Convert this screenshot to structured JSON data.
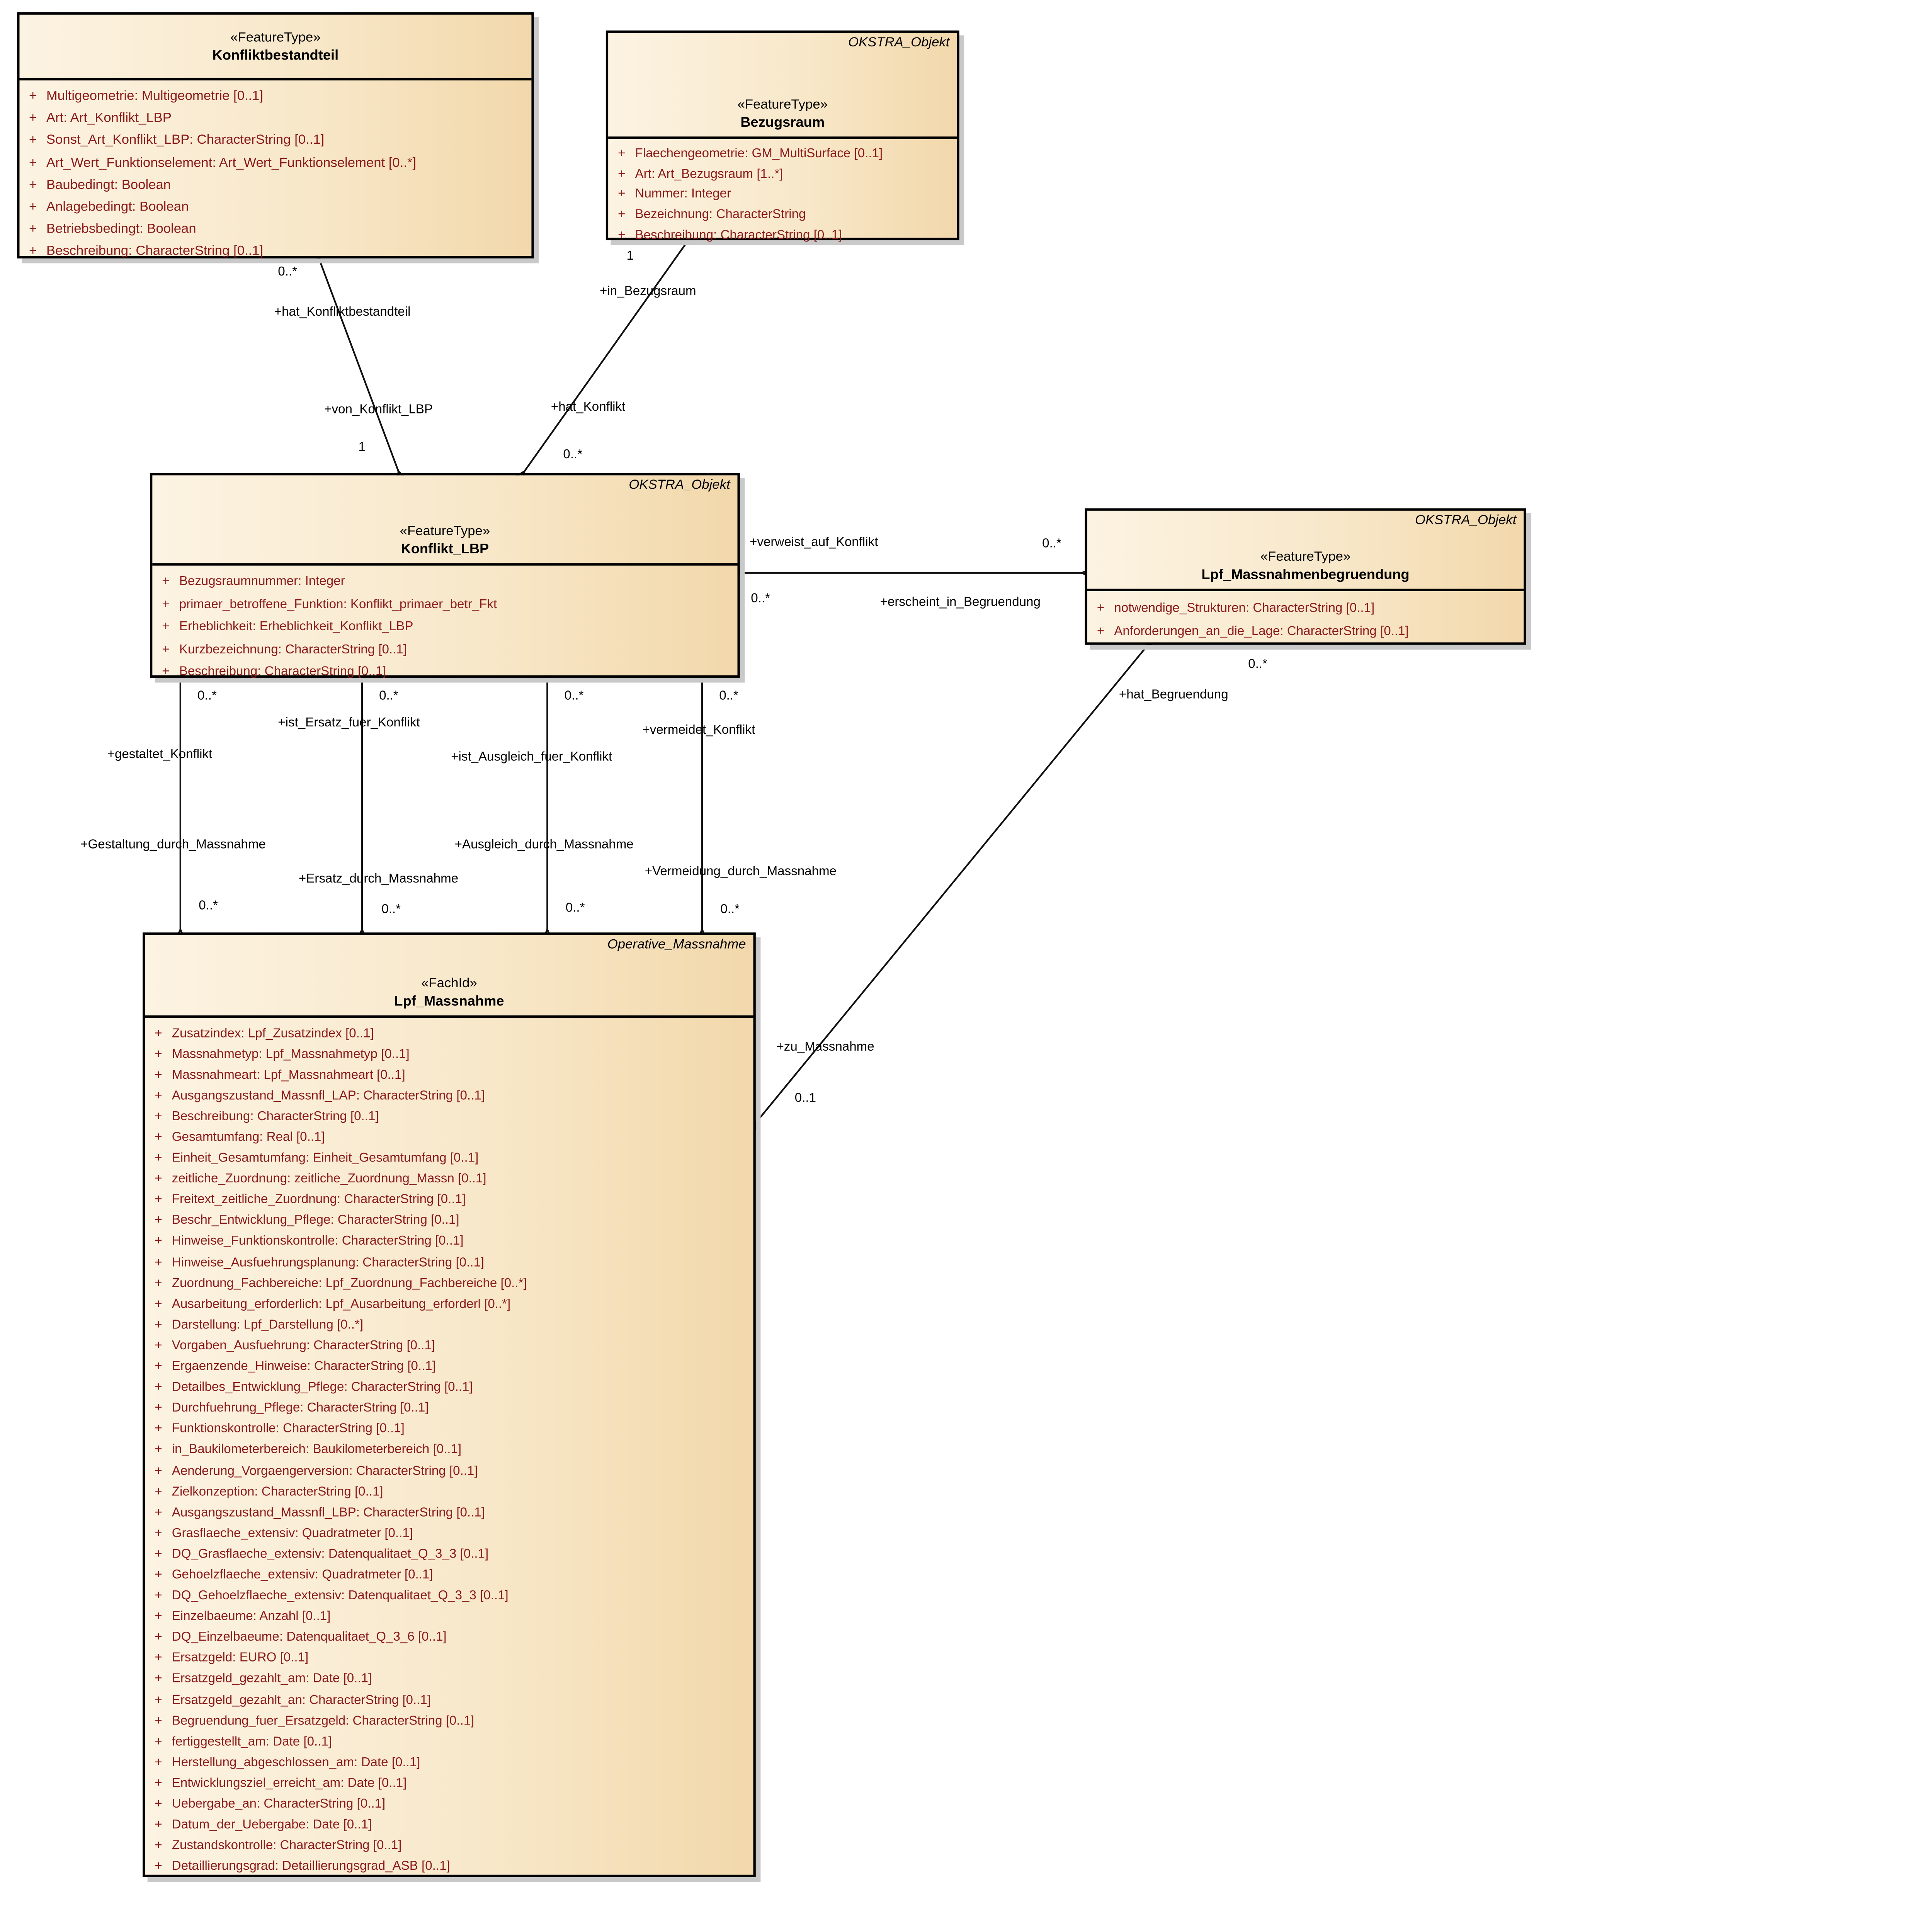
{
  "colors": {
    "box_fill_light": "#fcf3e2",
    "box_fill_dark": "#f2d8ab",
    "border": "#000000",
    "attribute_text": "#8a1a1a",
    "shadow": "#c9c9c9",
    "line": "#111111"
  },
  "classes": {
    "konfliktbestandteil": {
      "stereotype": "«FeatureType»",
      "name": "Konfliktbestandteil",
      "corner": "",
      "attributes": [
        {
          "v": "+",
          "t": "Multigeometrie: Multigeometrie [0..1]"
        },
        {
          "v": "+",
          "t": "Art: Art_Konflikt_LBP"
        },
        {
          "v": "+",
          "t": "Sonst_Art_Konflikt_LBP: CharacterString [0..1]"
        },
        {
          "v": "+",
          "t": "Art_Wert_Funktionselement: Art_Wert_Funktionselement [0..*]"
        },
        {
          "v": "+",
          "t": "Baubedingt: Boolean"
        },
        {
          "v": "+",
          "t": "Anlagebedingt: Boolean"
        },
        {
          "v": "+",
          "t": "Betriebsbedingt: Boolean"
        },
        {
          "v": "+",
          "t": "Beschreibung: CharacterString [0..1]"
        }
      ]
    },
    "bezugsraum": {
      "stereotype": "«FeatureType»",
      "name": "Bezugsraum",
      "corner": "OKSTRA_Objekt",
      "attributes": [
        {
          "v": "+",
          "t": "Flaechengeometrie: GM_MultiSurface [0..1]"
        },
        {
          "v": "+",
          "t": "Art: Art_Bezugsraum [1..*]"
        },
        {
          "v": "+",
          "t": "Nummer: Integer"
        },
        {
          "v": "+",
          "t": "Bezeichnung: CharacterString"
        },
        {
          "v": "+",
          "t": "Beschreibung: CharacterString [0..1]"
        }
      ]
    },
    "konflikt_lbp": {
      "stereotype": "«FeatureType»",
      "name": "Konflikt_LBP",
      "corner": "OKSTRA_Objekt",
      "attributes": [
        {
          "v": "+",
          "t": "Bezugsraumnummer: Integer"
        },
        {
          "v": "+",
          "t": "primaer_betroffene_Funktion: Konflikt_primaer_betr_Fkt"
        },
        {
          "v": "+",
          "t": "Erheblichkeit: Erheblichkeit_Konflikt_LBP"
        },
        {
          "v": "+",
          "t": "Kurzbezeichnung: CharacterString [0..1]"
        },
        {
          "v": "+",
          "t": "Beschreibung: CharacterString [0..1]"
        }
      ]
    },
    "lpf_massnahmenbegruendung": {
      "stereotype": "«FeatureType»",
      "name": "Lpf_Massnahmenbegruendung",
      "corner": "OKSTRA_Objekt",
      "attributes": [
        {
          "v": "+",
          "t": "notwendige_Strukturen: CharacterString [0..1]"
        },
        {
          "v": "+",
          "t": "Anforderungen_an_die_Lage: CharacterString [0..1]"
        }
      ]
    },
    "lpf_massnahme": {
      "stereotype": "«FachId»",
      "name": "Lpf_Massnahme",
      "corner": "Operative_Massnahme",
      "attributes": [
        {
          "v": "+",
          "t": "Zusatzindex: Lpf_Zusatzindex [0..1]"
        },
        {
          "v": "+",
          "t": "Massnahmetyp: Lpf_Massnahmetyp [0..1]"
        },
        {
          "v": "+",
          "t": "Massnahmeart: Lpf_Massnahmeart [0..1]"
        },
        {
          "v": "+",
          "t": "Ausgangszustand_Massnfl_LAP: CharacterString [0..1]"
        },
        {
          "v": "+",
          "t": "Beschreibung: CharacterString [0..1]"
        },
        {
          "v": "+",
          "t": "Gesamtumfang: Real [0..1]"
        },
        {
          "v": "+",
          "t": "Einheit_Gesamtumfang: Einheit_Gesamtumfang [0..1]"
        },
        {
          "v": "+",
          "t": "zeitliche_Zuordnung: zeitliche_Zuordnung_Massn [0..1]"
        },
        {
          "v": "+",
          "t": "Freitext_zeitliche_Zuordnung: CharacterString [0..1]"
        },
        {
          "v": "+",
          "t": "Beschr_Entwicklung_Pflege: CharacterString [0..1]"
        },
        {
          "v": "+",
          "t": "Hinweise_Funktionskontrolle: CharacterString [0..1]"
        },
        {
          "v": "+",
          "t": "Hinweise_Ausfuehrungsplanung: CharacterString [0..1]"
        },
        {
          "v": "+",
          "t": "Zuordnung_Fachbereiche: Lpf_Zuordnung_Fachbereiche [0..*]"
        },
        {
          "v": "+",
          "t": "Ausarbeitung_erforderlich: Lpf_Ausarbeitung_erforderl [0..*]"
        },
        {
          "v": "+",
          "t": "Darstellung: Lpf_Darstellung [0..*]"
        },
        {
          "v": "+",
          "t": "Vorgaben_Ausfuehrung: CharacterString [0..1]"
        },
        {
          "v": "+",
          "t": "Ergaenzende_Hinweise: CharacterString [0..1]"
        },
        {
          "v": "+",
          "t": "Detailbes_Entwicklung_Pflege: CharacterString [0..1]"
        },
        {
          "v": "+",
          "t": "Durchfuehrung_Pflege: CharacterString [0..1]"
        },
        {
          "v": "+",
          "t": "Funktionskontrolle: CharacterString [0..1]"
        },
        {
          "v": "+",
          "t": "in_Baukilometerbereich: Baukilometerbereich [0..1]"
        },
        {
          "v": "+",
          "t": "Aenderung_Vorgaengerversion: CharacterString [0..1]"
        },
        {
          "v": "+",
          "t": "Zielkonzeption: CharacterString [0..1]"
        },
        {
          "v": "+",
          "t": "Ausgangszustand_Massnfl_LBP: CharacterString [0..1]"
        },
        {
          "v": "+",
          "t": "Grasflaeche_extensiv: Quadratmeter [0..1]"
        },
        {
          "v": "+",
          "t": "DQ_Grasflaeche_extensiv: Datenqualitaet_Q_3_3 [0..1]"
        },
        {
          "v": "+",
          "t": "Gehoelzflaeche_extensiv: Quadratmeter [0..1]"
        },
        {
          "v": "+",
          "t": "DQ_Gehoelzflaeche_extensiv: Datenqualitaet_Q_3_3 [0..1]"
        },
        {
          "v": "+",
          "t": "Einzelbaeume: Anzahl [0..1]"
        },
        {
          "v": "+",
          "t": "DQ_Einzelbaeume: Datenqualitaet_Q_3_6 [0..1]"
        },
        {
          "v": "+",
          "t": "Ersatzgeld: EURO [0..1]"
        },
        {
          "v": "+",
          "t": "Ersatzgeld_gezahlt_am: Date [0..1]"
        },
        {
          "v": "+",
          "t": "Ersatzgeld_gezahlt_an: CharacterString [0..1]"
        },
        {
          "v": "+",
          "t": "Begruendung_fuer_Ersatzgeld: CharacterString [0..1]"
        },
        {
          "v": "+",
          "t": "fertiggestellt_am: Date [0..1]"
        },
        {
          "v": "+",
          "t": "Herstellung_abgeschlossen_am: Date [0..1]"
        },
        {
          "v": "+",
          "t": "Entwicklungsziel_erreicht_am: Date [0..1]"
        },
        {
          "v": "+",
          "t": "Uebergabe_an: CharacterString [0..1]"
        },
        {
          "v": "+",
          "t": "Datum_der_Uebergabe: Date [0..1]"
        },
        {
          "v": "+",
          "t": "Zustandskontrolle: CharacterString [0..1]"
        },
        {
          "v": "+",
          "t": "Detaillierungsgrad: Detaillierungsgrad_ASB [0..1]"
        }
      ]
    }
  },
  "associations": {
    "hat_konfliktbestandteil": {
      "mult_a": "0..*",
      "role_a": "+hat_Konfliktbestandteil",
      "role_b": "+von_Konflikt_LBP",
      "mult_b": "1"
    },
    "in_bezugsraum": {
      "mult_a": "1",
      "role_a": "+in_Bezugsraum",
      "role_b": "+hat_Konflikt",
      "mult_b": "0..*"
    },
    "verweist": {
      "role_a": "+verweist_auf_Konflikt",
      "mult_a": "0..*",
      "mult_b": "0..*",
      "role_b": "+erscheint_in_Begruendung"
    },
    "gestaltet": {
      "mult_top": "0..*",
      "role_top": "+gestaltet_Konflikt",
      "role_bottom": "+Gestaltung_durch_Massnahme",
      "mult_bottom": "0..*"
    },
    "ersatz": {
      "mult_top": "0..*",
      "role_top": "+ist_Ersatz_fuer_Konflikt",
      "role_bottom": "+Ersatz_durch_Massnahme",
      "mult_bottom": "0..*"
    },
    "ausgleich": {
      "mult_top": "0..*",
      "role_top": "+ist_Ausgleich_fuer_Konflikt",
      "role_bottom": "+Ausgleich_durch_Massnahme",
      "mult_bottom": "0..*"
    },
    "vermeidet": {
      "mult_top": "0..*",
      "role_top": "+vermeidet_Konflikt",
      "role_bottom": "+Vermeidung_durch_Massnahme",
      "mult_bottom": "0..*"
    },
    "begruendung": {
      "mult_a": "0..*",
      "role_a": "+hat_Begruendung",
      "role_b": "+zu_Massnahme",
      "mult_b": "0..1"
    }
  }
}
